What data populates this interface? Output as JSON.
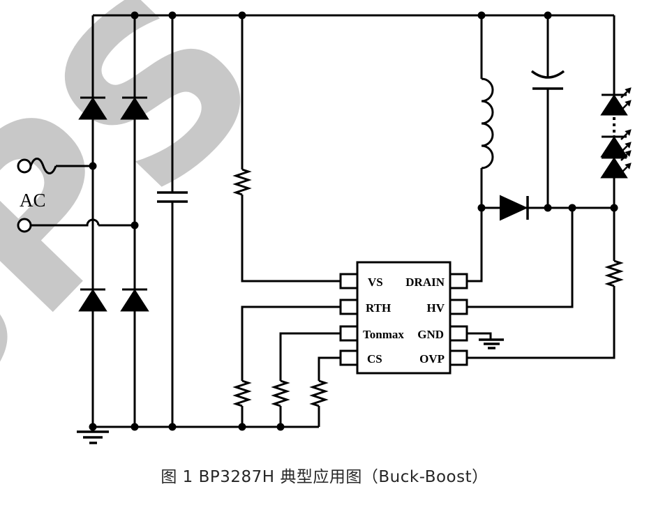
{
  "figure": {
    "caption": "图 1 BP3287H 典型应用图（Buck-Boost）",
    "ac_label": "AC",
    "watermark": "BPS Con"
  },
  "ic": {
    "left_pins": [
      "VS",
      "RTH",
      "Tonmax",
      "CS"
    ],
    "right_pins": [
      "DRAIN",
      "HV",
      "GND",
      "OVP"
    ]
  },
  "colors": {
    "line": "#000000",
    "watermark": "#c8c8c8",
    "background": "#ffffff",
    "caption_text": "#262626"
  },
  "component_names": [
    "ac-source",
    "fuse",
    "bridge-diode-1",
    "bridge-diode-2",
    "bridge-diode-3",
    "bridge-diode-4",
    "input-capacitor",
    "vs-resistor",
    "rth-resistor",
    "tonmax-resistor",
    "cs-resistor",
    "buck-boost-inductor",
    "output-capacitor",
    "freewheeling-diode",
    "led-string",
    "ovp-resistor",
    "ground-main",
    "ground-ic"
  ]
}
